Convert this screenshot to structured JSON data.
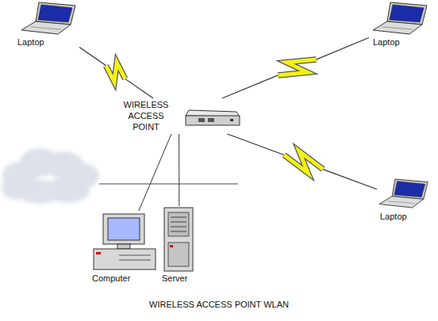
{
  "diagram": {
    "caption": "WIRELESS ACCESS POINT WLAN",
    "nodes": [
      {
        "text": [
          "Laptop"
        ]
      },
      {
        "text": [
          "Laptop"
        ]
      },
      {
        "text": [
          "WIRELESS ACCESS POINT"
        ]
      },
      {
        "text": [
          "Laptop"
        ]
      },
      {
        "text": [
          "Computer"
        ]
      },
      {
        "text": [
          "Server"
        ]
      }
    ],
    "edges": [
      {
        "from": 2,
        "to": 0,
        "arrow": "none"
      },
      {
        "from": 2,
        "to": 1,
        "arrow": "none"
      },
      {
        "from": 2,
        "to": 3,
        "arrow": "none"
      },
      {
        "from": 2,
        "to": 4,
        "arrow": "none"
      },
      {
        "from": 2,
        "to": 5,
        "arrow": "none"
      }
    ]
  }
}
